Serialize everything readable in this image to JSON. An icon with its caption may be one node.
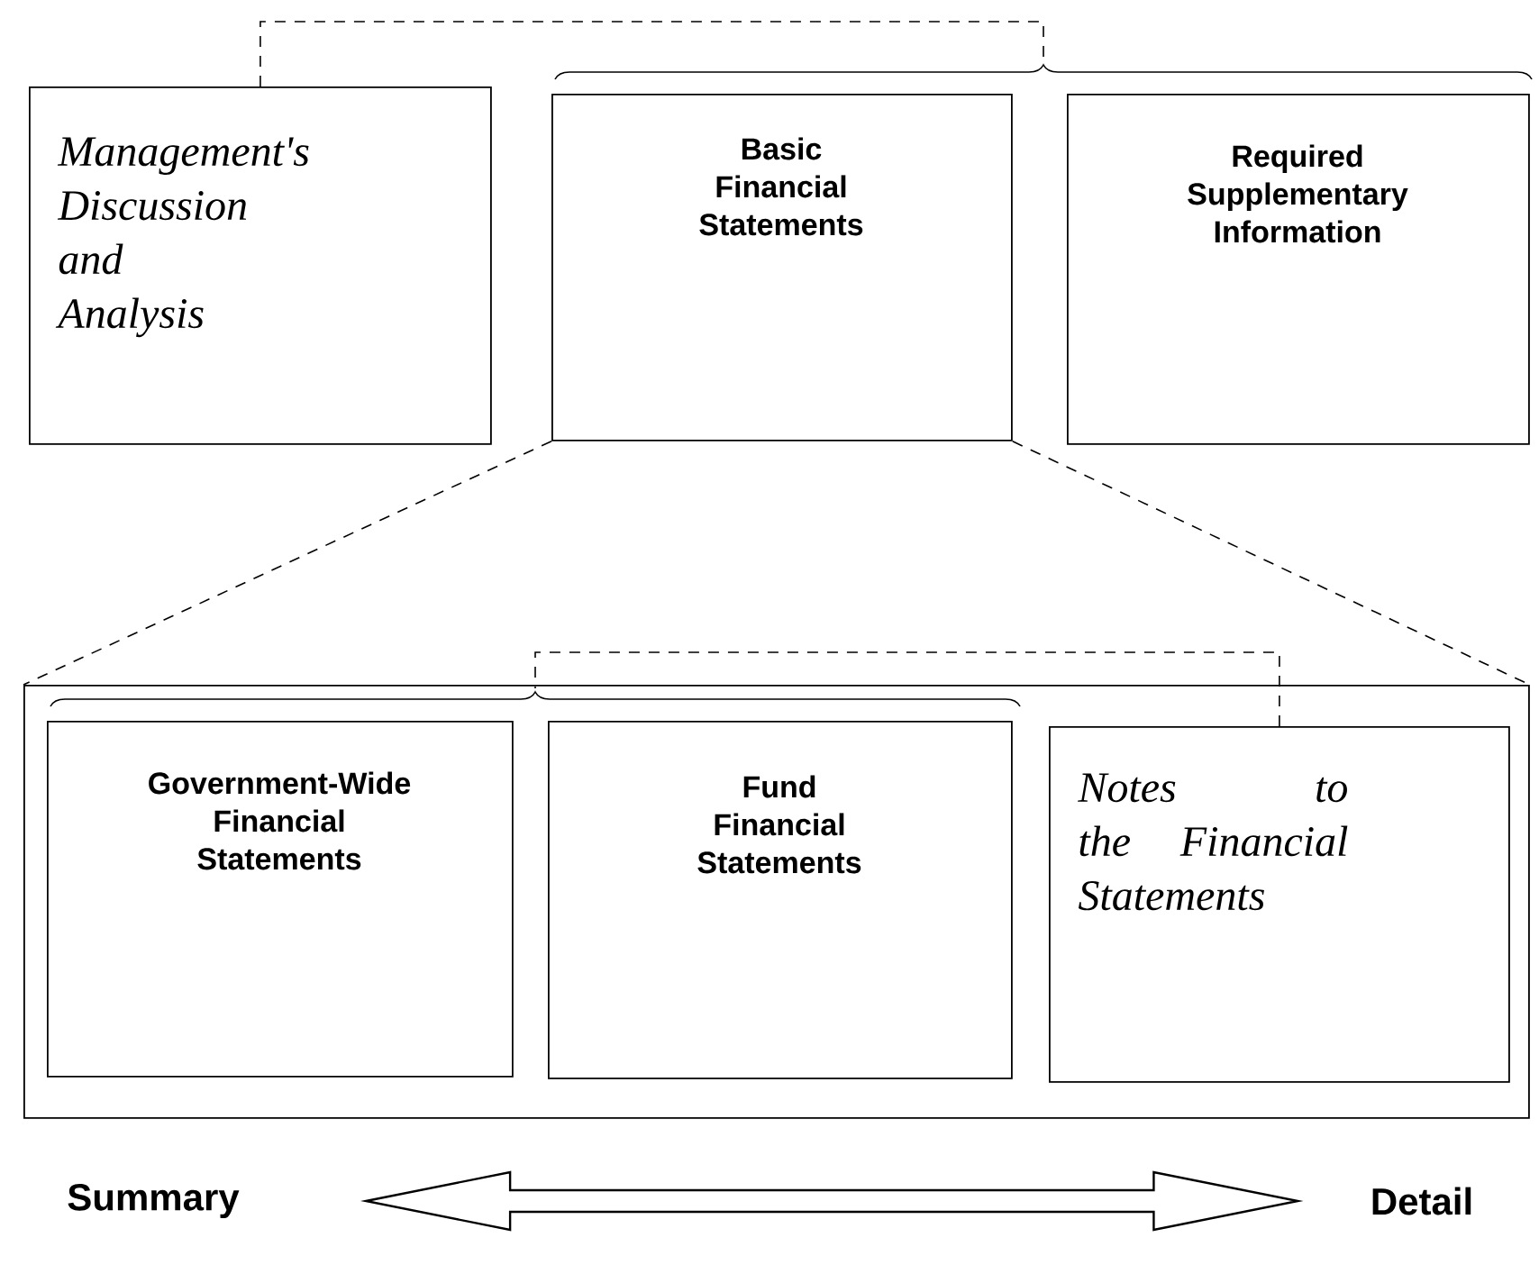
{
  "diagram": {
    "nodes": [
      {
        "text": [
          "Management's Discussion and Analysis"
        ]
      },
      {
        "text": [
          "Basic Financial Statements"
        ]
      },
      {
        "text": [
          "Required Supplementary Information"
        ]
      },
      {
        "text": [],
        "shape": "box"
      },
      {
        "text": [
          "Government-Wide Financial Statements"
        ],
        "in": 3
      },
      {
        "text": [
          "Fund Financial Statements"
        ],
        "in": 3
      },
      {
        "text": [
          "Notes to the Financial Statements"
        ],
        "in": 3
      },
      {
        "text": [
          "Summary"
        ]
      },
      {
        "text": [
          "Detail"
        ]
      }
    ],
    "edges": [
      {
        "from": 0,
        "to": null,
        "arrow": "none",
        "style": "dashed"
      },
      {
        "from": 1,
        "to": 3,
        "arrow": "none",
        "style": "dashed"
      },
      {
        "from": 1,
        "to": 3,
        "arrow": "none",
        "style": "dashed"
      },
      {
        "from": 6,
        "to": null,
        "arrow": "none",
        "style": "dashed"
      },
      {
        "from": 7,
        "to": 8,
        "arrow": "both"
      }
    ]
  }
}
